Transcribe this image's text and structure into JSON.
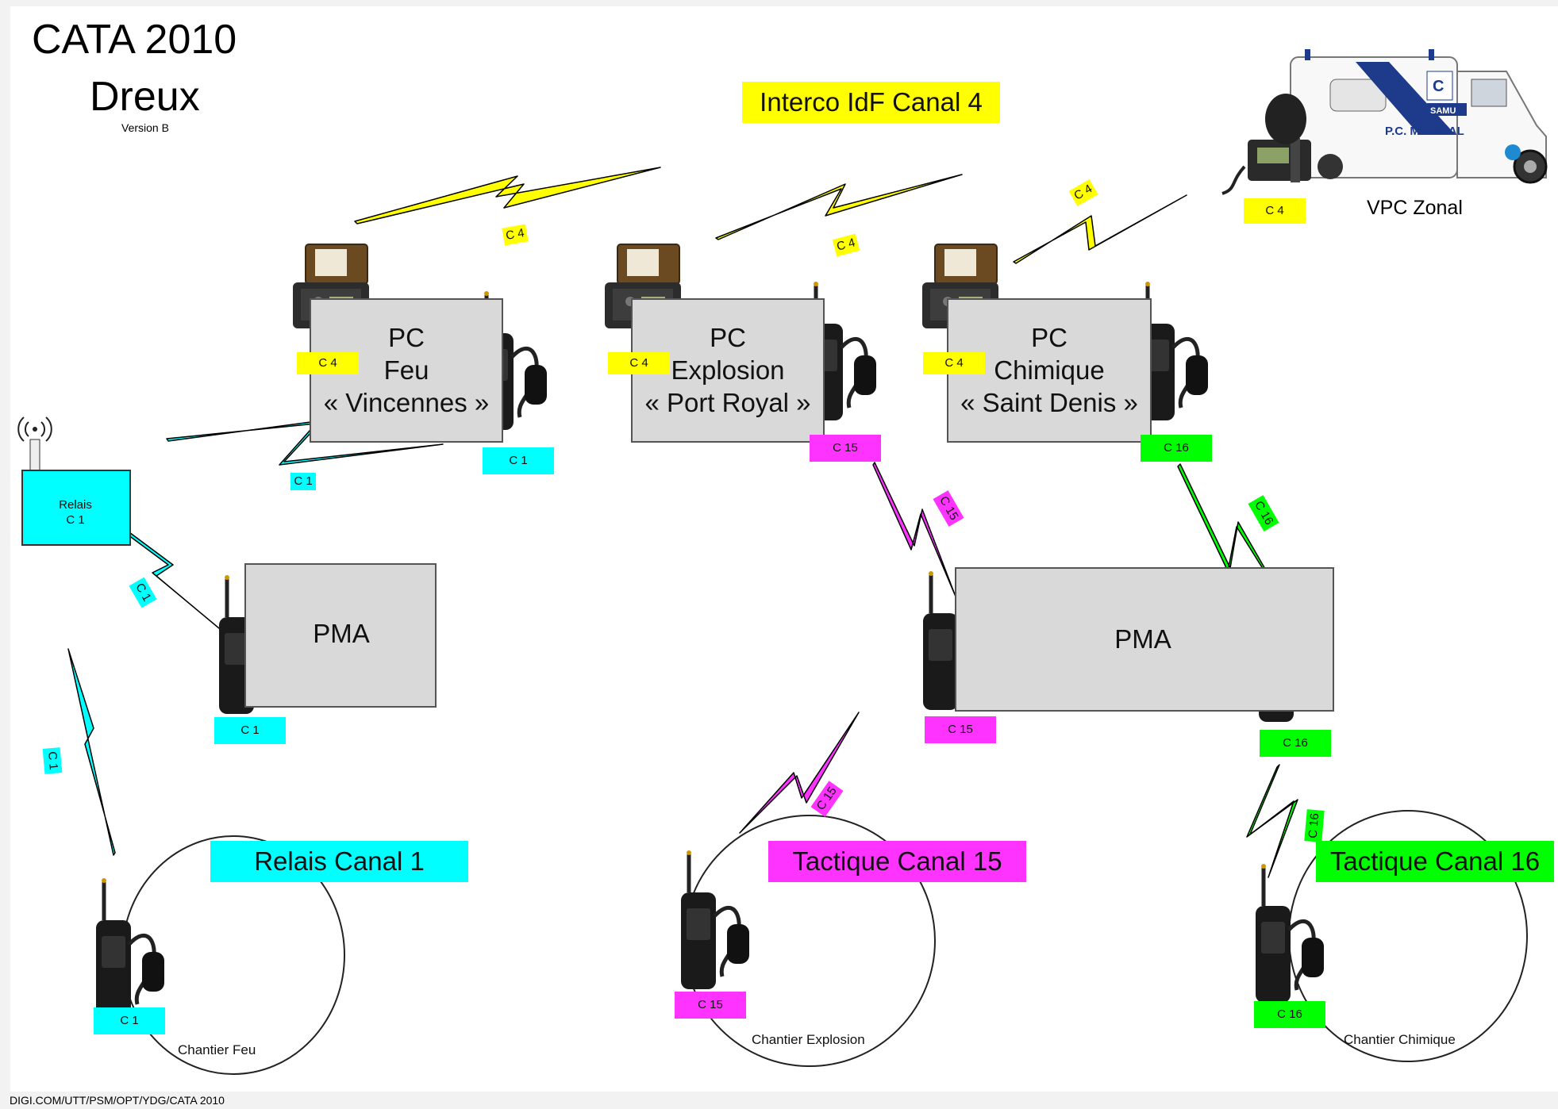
{
  "header": {
    "title": "CATA 2010",
    "subtitle": "Dreux",
    "version": "Version B"
  },
  "footer": {
    "text": "DIGI.COM/UTT/PSM/OPT/YDG/CATA 2010"
  },
  "colors": {
    "canal4": "#ffff00",
    "canal1": "#00ffff",
    "canal15": "#ff33ff",
    "canal16": "#00ff00",
    "box_fill": "#d9d9d9"
  },
  "channels": {
    "interco": "Interco IdF Canal 4",
    "relais": "Relais Canal 1",
    "tactique15": "Tactique Canal 15",
    "tactique16": "Tactique Canal 16"
  },
  "command_posts": [
    {
      "line1": "PC",
      "line2": "Feu",
      "line3": "« Vincennes »"
    },
    {
      "line1": "PC",
      "line2": "Explosion",
      "line3": "« Port Royal »"
    },
    {
      "line1": "PC",
      "line2": "Chimique",
      "line3": "« Saint Denis »"
    }
  ],
  "pma": {
    "left": "PMA",
    "right": "PMA"
  },
  "relay": {
    "line1": "Relais",
    "line2": "C 1",
    "icon": "antenna-icon"
  },
  "vehicle": {
    "label": "VPC Zonal",
    "tag": "C 4",
    "icon": "ambulance-icon"
  },
  "zones": {
    "feu": "Chantier Feu",
    "explosion": "Chantier Explosion",
    "chimique": "Chantier Chimique"
  },
  "tags": {
    "c4": "C 4",
    "c1": "C 1",
    "c15": "C 15",
    "c16": "C 16"
  },
  "icons": [
    "radio-case-icon",
    "walkie-talkie-icon",
    "lightning-link-icon"
  ]
}
